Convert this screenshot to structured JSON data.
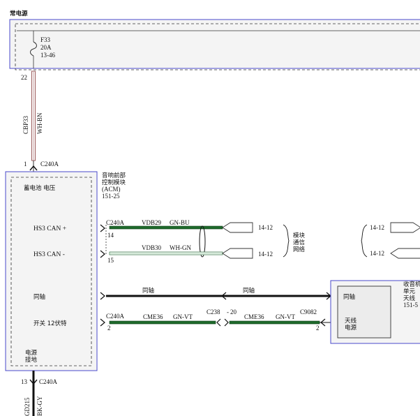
{
  "power": {
    "title": "常电源",
    "fuse_name": "F33",
    "fuse_rating": "20A",
    "fuse_ref": "13-46"
  },
  "wire_top": {
    "pin_top": "22",
    "code": "CBP33",
    "color": "WH-BN",
    "pin_bottom": "1",
    "connector": "C240A"
  },
  "acm": {
    "name_line1": "音响前部",
    "name_line2": "控制模块",
    "name_line3": "(ACM)",
    "ref": "151-25",
    "battery_label": "蓄电池 电压",
    "hs3_plus": "HS3 CAN +",
    "hs3_minus": "HS3 CAN -",
    "coax": "同轴",
    "switch12": "开关 12伏特",
    "ground_line1": "电源",
    "ground_line2": "接地"
  },
  "can_plus": {
    "connector": "C240A",
    "pin": "14",
    "code": "VDB29",
    "color": "GN-BU",
    "ref": "14-12"
  },
  "can_minus": {
    "pin": "15",
    "code": "VDB30",
    "color": "WH-GN",
    "ref": "14-12"
  },
  "network": {
    "line1": "模块",
    "line2": "通信",
    "line3": "网络"
  },
  "right_refs": {
    "ref_top": "14-12",
    "ref_bottom": "14-12"
  },
  "coax_wire": {
    "label_left": "同轴",
    "label_right": "同轴"
  },
  "power_wire": {
    "conn_left": "C240A",
    "pin_left": "2",
    "code_left": "CME36",
    "color_left": "GN-VT",
    "splice": "C238",
    "splice_pin": "20",
    "code_right": "CME36",
    "color_right": "GN-VT",
    "conn_right": "C9082",
    "pin_right": "2"
  },
  "receiver": {
    "name_line1": "收音机",
    "name_line2": "单元",
    "name_line3": "天线",
    "ref": "151-5",
    "coax": "同轴",
    "power_line1": "天线",
    "power_line2": "电源"
  },
  "wire_bottom": {
    "pin": "13",
    "connector": "C240A",
    "code": "GD215",
    "color": "BK-GY"
  }
}
